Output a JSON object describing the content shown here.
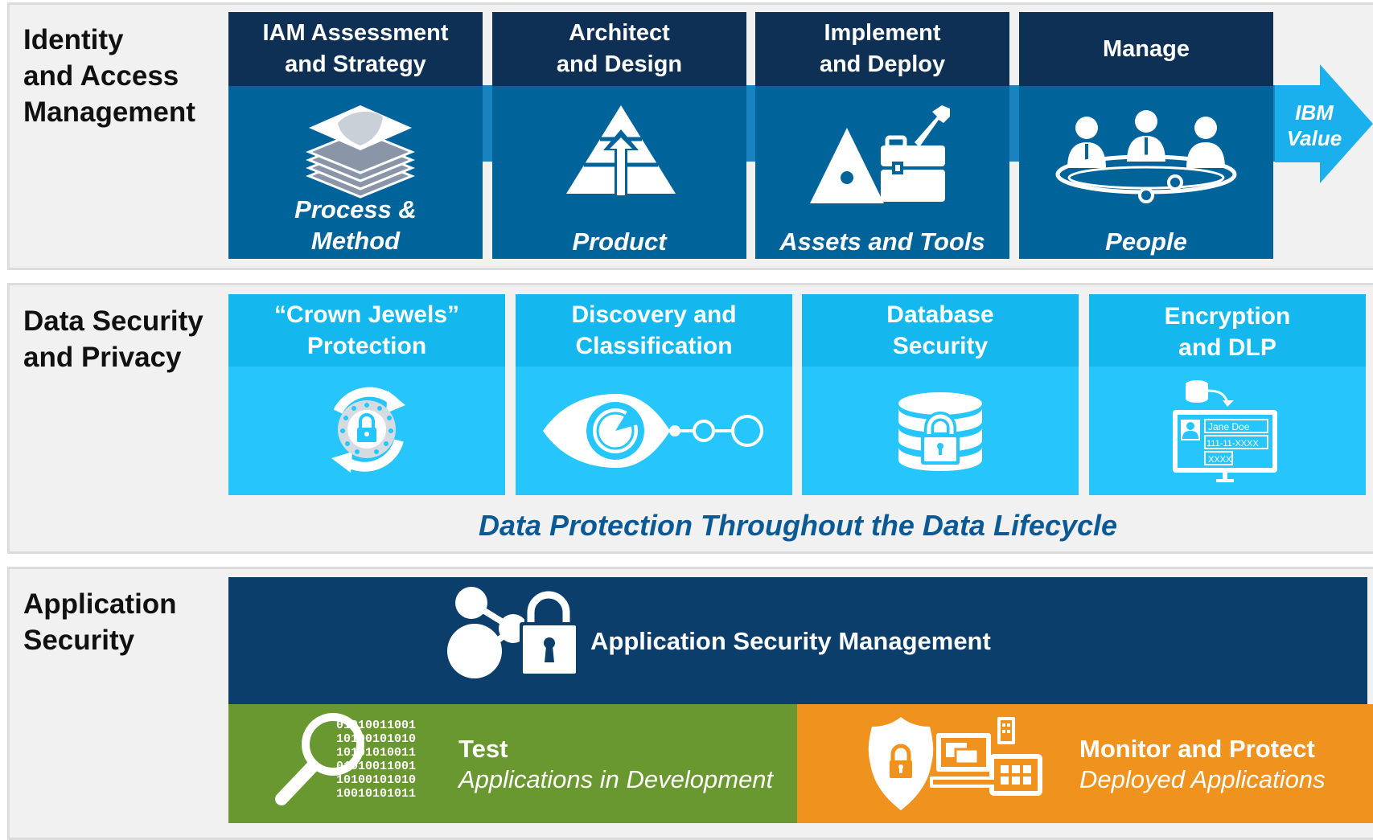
{
  "sections": {
    "iam": {
      "title": "Identity\nand Access\nManagement",
      "columns": [
        {
          "header": "IAM Assessment\nand Strategy",
          "label": "Process &\nMethod",
          "icon": "stacked-layers-shield-icon"
        },
        {
          "header": "Architect\nand Design",
          "label": "Product",
          "icon": "pyramid-arrow-icon"
        },
        {
          "header": "Implement\nand Deploy",
          "label": "Assets and Tools",
          "icon": "toolbox-wrench-icon"
        },
        {
          "header": "Manage",
          "label": "People",
          "icon": "people-orbit-icon"
        }
      ],
      "arrow_label": "IBM\nValue"
    },
    "data": {
      "title": "Data Security\nand Privacy",
      "columns": [
        {
          "header": "“Crown Jewels”\nProtection",
          "icon": "lock-cycle-icon"
        },
        {
          "header": "Discovery and\nClassification",
          "icon": "eye-network-icon"
        },
        {
          "header": "Database\nSecurity",
          "icon": "database-lock-icon"
        },
        {
          "header": "Encryption\nand DLP",
          "icon": "masked-record-icon",
          "record_lines": [
            "Jane Doe",
            "111-11-XXXX",
            "XXXX"
          ]
        }
      ],
      "footer": "Data Protection Throughout the Data Lifecycle"
    },
    "app": {
      "title": "Application\nSecurity",
      "management": "Application Security Management",
      "test_title": "Test",
      "test_subtitle": "Applications in Development",
      "binary_lines": [
        "01010011001",
        "10100101010",
        "10101010011",
        "01010011001",
        "10100101010",
        "10010101011"
      ],
      "monitor_title": "Monitor and Protect",
      "monitor_subtitle": "Deployed Applications"
    }
  },
  "colors": {
    "iam_header": "#0e3055",
    "iam_body": "#00639a",
    "arrow": "#1ab0ee",
    "data_header": "#14b8ee",
    "data_body": "#26c6fd",
    "footer_text": "#0b5a96",
    "app_management": "#0c3e6b",
    "app_test": "#6a9830",
    "app_monitor": "#f0931e"
  }
}
